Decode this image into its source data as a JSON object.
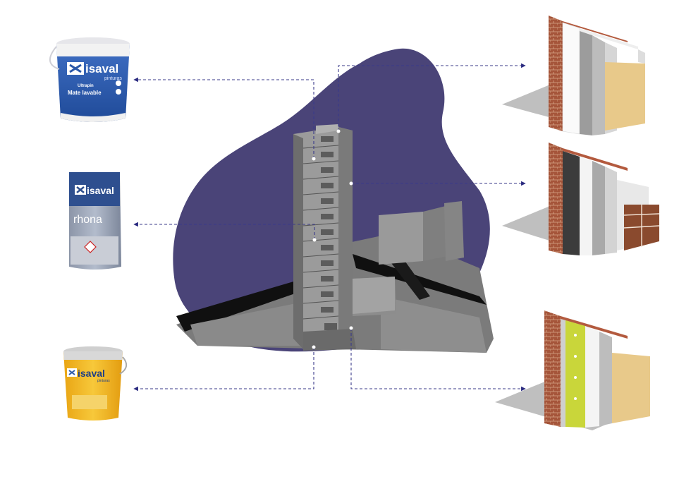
{
  "colors": {
    "blob": "#4a4478",
    "connector": "#3a3a8a",
    "arrow": "#2b2b80",
    "brand_blue": "#2b58a8",
    "brand_yellow": "#f2b51c",
    "brick": "#a5553a",
    "insulation_green": "#c9d63a",
    "panel_tan": "#e8c98a",
    "tile_brown": "#8a4a2e"
  },
  "products": {
    "bucket_white": {
      "brand": "isaval",
      "subbrand": "pinturas",
      "line": "Ultrapin",
      "desc": "Mate lavable",
      "icon": "paint-bucket-icon"
    },
    "bag_rhona": {
      "brand": "isaval",
      "name": "rhona",
      "icon": "mortar-bag-icon"
    },
    "bucket_yellow": {
      "brand": "isaval",
      "subbrand": "pinturas",
      "icon": "paint-bucket-icon"
    }
  },
  "wall_systems": [
    {
      "id": "system-top",
      "icon": "wall-layers-icon"
    },
    {
      "id": "system-middle",
      "icon": "wall-layers-tiles-icon"
    },
    {
      "id": "system-bottom",
      "icon": "wall-layers-insulation-icon"
    }
  ]
}
